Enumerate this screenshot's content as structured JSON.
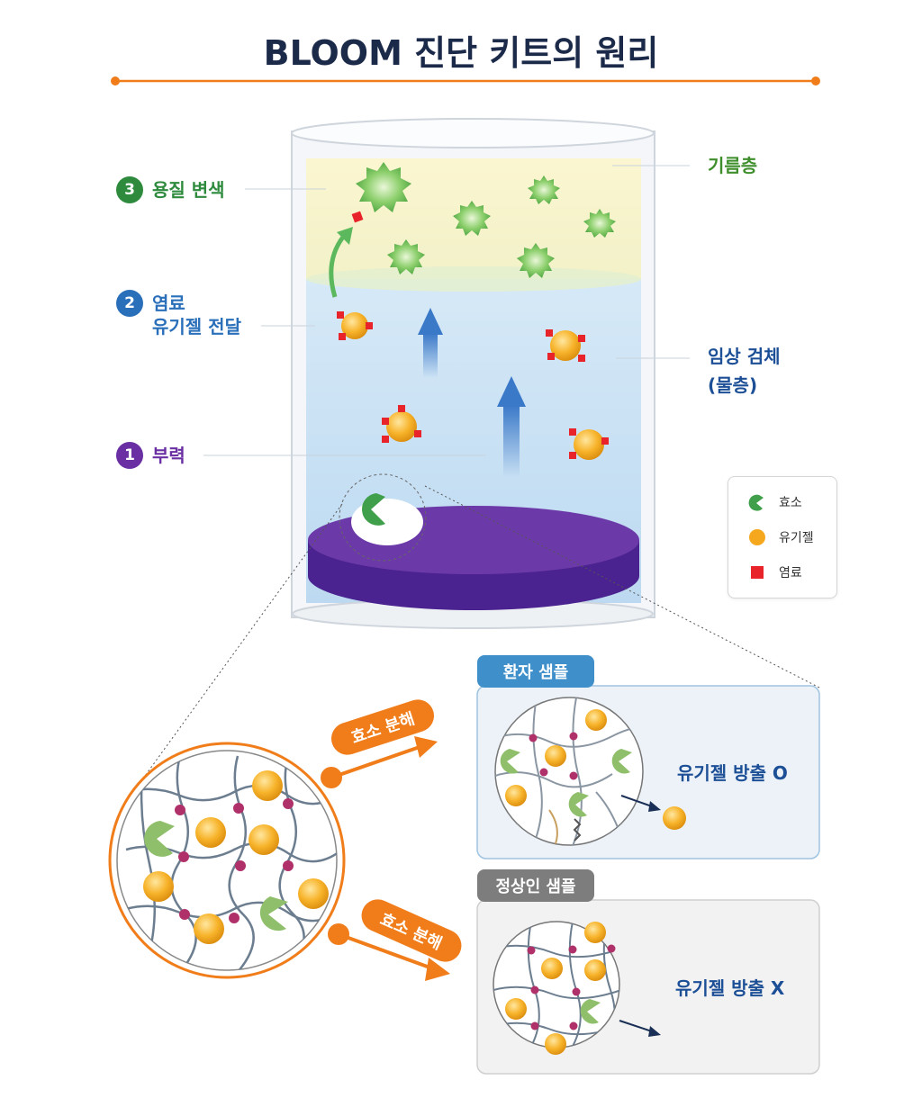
{
  "title": "BLOOM 진단 키트의 원리",
  "steps": [
    {
      "num": "3",
      "label": "용질 변색"
    },
    {
      "num": "2",
      "label_line1": "염료",
      "label_line2": "유기젤 전달"
    },
    {
      "num": "1",
      "label": "부력"
    }
  ],
  "layers": {
    "oil": "기름층",
    "sample_line1": "임상 검체",
    "sample_line2": "(물층)"
  },
  "legend": {
    "enzyme": "효소",
    "organogel": "유기젤",
    "dye": "염료"
  },
  "arrows": {
    "upper": "효소 분해",
    "lower": "효소 분해"
  },
  "panels": {
    "patient": {
      "tab": "환자 샘플",
      "result": "유기젤 방출 O"
    },
    "normal": {
      "tab": "정상인 샘플",
      "result": "유기젤 방출 X"
    }
  },
  "colors": {
    "title": "#1c2a4a",
    "step3": "#2e8b3e",
    "step2": "#2a6fba",
    "step1": "#6a2fa2",
    "oil_label": "#3e8e2b",
    "sample_label": "#1c4f96",
    "orange": "#f07d1a",
    "purple": "#6a3aa8",
    "dye": "#e8232a",
    "organogel": "#f5a81e",
    "enzyme": "#3f9f4a",
    "patient_tab": "#3f8fcb",
    "normal_tab": "#7d7d7d"
  }
}
